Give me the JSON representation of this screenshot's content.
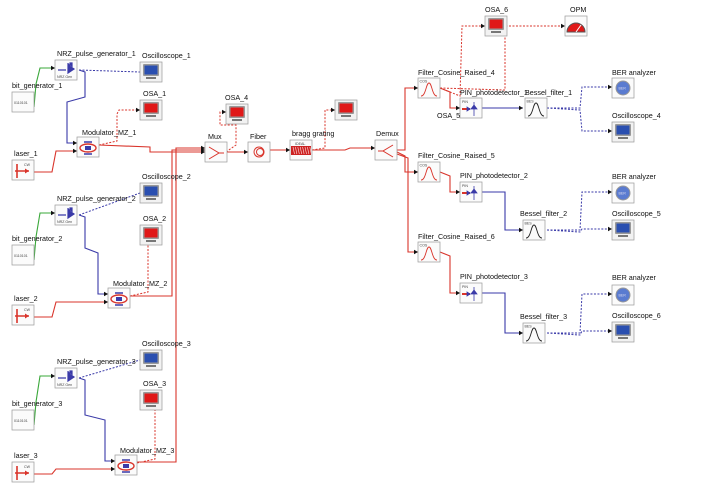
{
  "components": {
    "bit_generator_1": "bit_generator_1",
    "nrz_1": "NRZ_pulse_generator_1",
    "scope_1": "Oscilloscope_1",
    "osa_1": "OSA_1",
    "mod_1": "Modulator_MZ_1",
    "laser_1": "laser_1",
    "bit_generator_2": "bit_generator_2",
    "nrz_2": "NRZ_pulse_generator_2",
    "scope_2": "Oscilloscope_2",
    "osa_2": "OSA_2",
    "mod_2": "Modulator_MZ_2",
    "laser_2": "laser_2",
    "bit_generator_3": "bit_generator_3",
    "nrz_3": "NRZ_pulse_generator_3",
    "scope_3": "Oscilloscope_3",
    "osa_3": "OSA_3",
    "mod_3": "Modulator_MZ_3",
    "laser_3": "laser_3",
    "mux": "Mux",
    "osa_4": "OSA_4",
    "fiber": "Fiber",
    "bragg": "bragg grating",
    "demux": "Demux",
    "osa_6": "OSA_6",
    "opm": "OPM",
    "filter_4": "Filter_Cosine_Raised_4",
    "pin_1": "PIN_photodetector_1",
    "osa_5": "OSA_5",
    "bessel_1": "Bessel_filter_1",
    "ber_1": "BER analyzer",
    "scope_4": "Oscilloscope_4",
    "filter_5": "Filter_Cosine_Raised_5",
    "pin_2": "PIN_photodetector_2",
    "bessel_2": "Bessel_filter_2",
    "ber_2": "BER analyzer",
    "scope_5": "Oscilloscope_5",
    "filter_6": "Filter_Cosine_Raised_6",
    "pin_3": "PIN_photodetector_3",
    "bessel_3": "Bessel_filter_3",
    "ber_3": "BER analyzer",
    "scope_6": "Oscilloscope_6"
  },
  "icon_text": {
    "bits": "0110101",
    "nrz": "NRZ Gen",
    "cw": "CW",
    "cos": "COS",
    "pin": "PIN",
    "bes": "BES",
    "ideal": "IDEAL",
    "ber": "BER"
  },
  "colors": {
    "optical": "#d9342b",
    "electrical": "#3a3aa8",
    "binary": "#3aa83a",
    "osa_screen": "#e01818",
    "scope_screen": "#2a4fb0"
  }
}
